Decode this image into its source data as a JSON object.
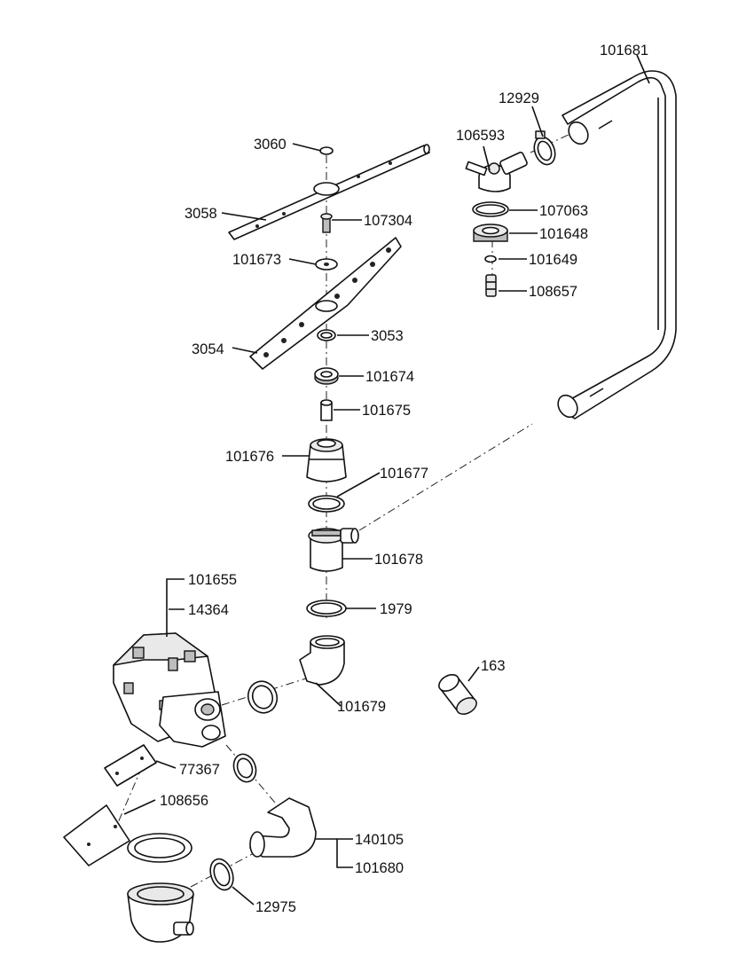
{
  "diagram": {
    "parts": [
      {
        "key": "p101681",
        "number": "101681"
      },
      {
        "key": "p12929",
        "number": "12929"
      },
      {
        "key": "p106593",
        "number": "106593"
      },
      {
        "key": "p3060",
        "number": "3060"
      },
      {
        "key": "p107063",
        "number": "107063"
      },
      {
        "key": "p3058",
        "number": "3058"
      },
      {
        "key": "p107304",
        "number": "107304"
      },
      {
        "key": "p101648",
        "number": "101648"
      },
      {
        "key": "p101673",
        "number": "101673"
      },
      {
        "key": "p101649",
        "number": "101649"
      },
      {
        "key": "p108657",
        "number": "108657"
      },
      {
        "key": "p3053",
        "number": "3053"
      },
      {
        "key": "p3054",
        "number": "3054"
      },
      {
        "key": "p101674",
        "number": "101674"
      },
      {
        "key": "p101675",
        "number": "101675"
      },
      {
        "key": "p101676",
        "number": "101676"
      },
      {
        "key": "p101677",
        "number": "101677"
      },
      {
        "key": "p101678",
        "number": "101678"
      },
      {
        "key": "p101655",
        "number": "101655"
      },
      {
        "key": "p14364",
        "number": "14364"
      },
      {
        "key": "p1979",
        "number": "1979"
      },
      {
        "key": "p163",
        "number": "163"
      },
      {
        "key": "p101679",
        "number": "101679"
      },
      {
        "key": "p77367",
        "number": "77367"
      },
      {
        "key": "p108656",
        "number": "108656"
      },
      {
        "key": "p140105",
        "number": "140105"
      },
      {
        "key": "p101680",
        "number": "101680"
      },
      {
        "key": "p12975",
        "number": "12975"
      }
    ]
  }
}
